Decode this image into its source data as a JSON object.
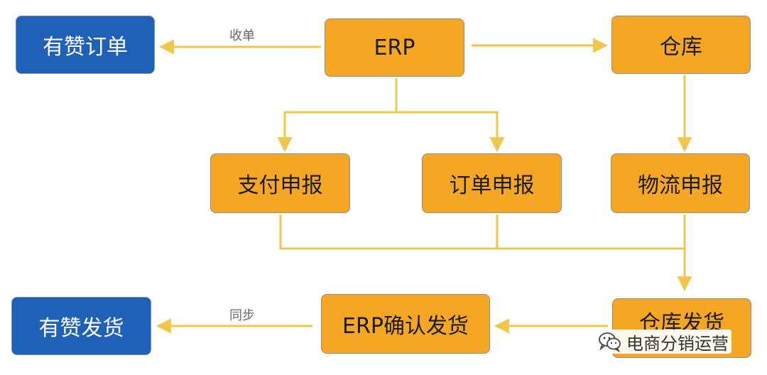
{
  "nodes": {
    "youzan_order": "有赞订单",
    "erp": "ERP",
    "warehouse": "仓库",
    "payment_declaration": "支付申报",
    "order_declaration": "订单申报",
    "logistics_declaration": "物流申报",
    "youzan_shipping": "有赞发货",
    "erp_confirm_shipping": "ERP确认发货",
    "warehouse_shipping": "仓库发货"
  },
  "edge_labels": {
    "receive_order": "收单",
    "sync": "同步"
  },
  "watermark": {
    "text": "电商分销运营",
    "icon": "wechat-icon"
  },
  "colors": {
    "node_orange": "#f5a623",
    "node_blue": "#1f61b8",
    "connector": "#f0c74a"
  }
}
